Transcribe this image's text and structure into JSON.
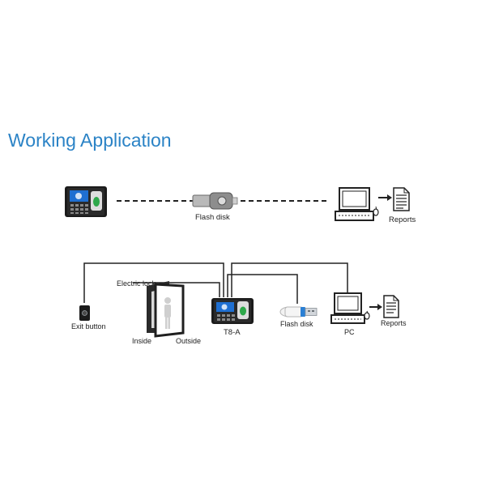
{
  "title": "Working Application",
  "top_row": {
    "flash_label": "Flash disk",
    "reports_label": "Reports"
  },
  "bottom_row": {
    "exit_label": "Exit button",
    "lock_label": "Electric lock",
    "inside_label": "Inside",
    "outside_label": "Outside",
    "terminal_label": "T8-A",
    "flash_label": "Flash disk",
    "pc_label": "PC",
    "reports_label": "Reports"
  },
  "colors": {
    "title": "#2b83c6",
    "line": "#222222",
    "usb_blue": "#2a7fd4",
    "screen_blue": "#1f6fd1"
  }
}
